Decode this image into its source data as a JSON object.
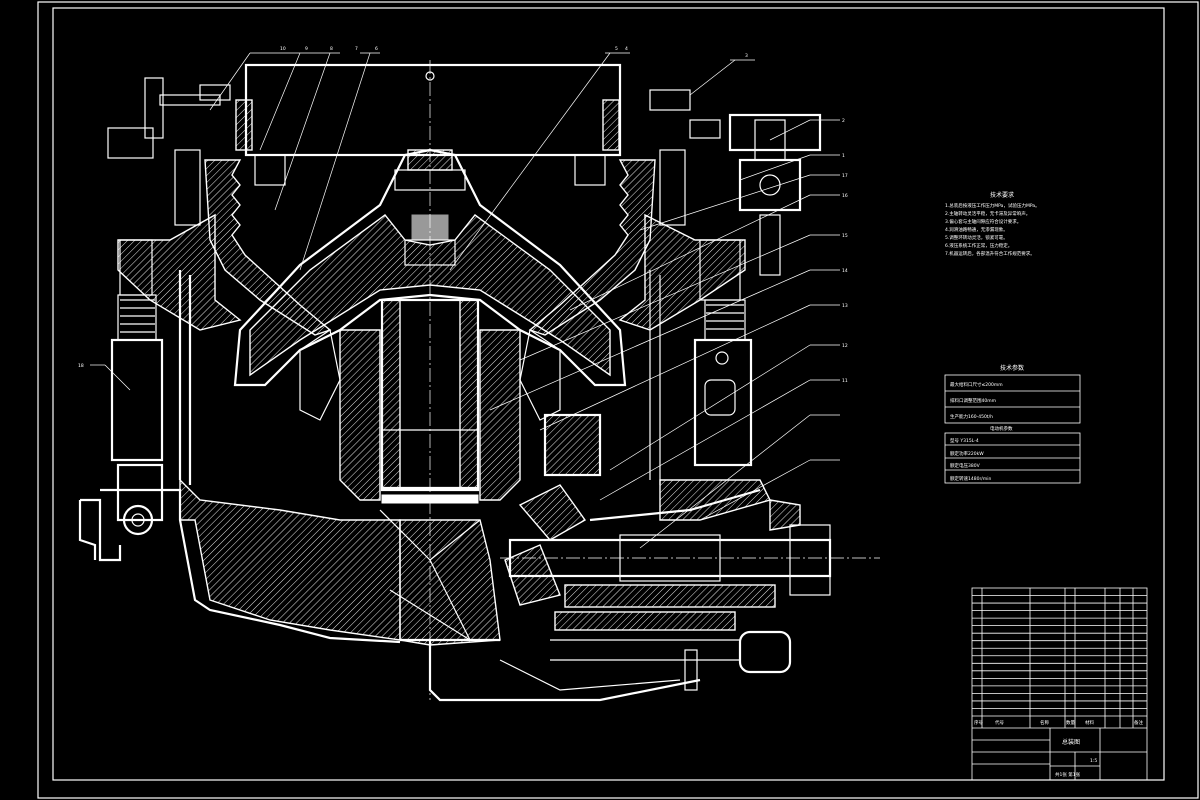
{
  "sheet": {
    "background": "#000000",
    "line_color": "#ffffff"
  },
  "technical_requirements": {
    "title": "技术要求",
    "items": [
      "1.总装后按液压工作压力MPa，试验压力MPa。",
      "2.主轴转动灵活平稳，无卡滞及异常响声。",
      "3.偏心套与主轴间隙应符合设计要求。",
      "4.润滑油路畅通，无渗漏现象。",
      "5.调整环转动灵活，锁紧可靠。",
      "6.液压系统工作正常，压力稳定。",
      "7.机器运转后，各部温升符合工作规范要求。"
    ]
  },
  "technical_specs": {
    "title": "技术参数",
    "rows": [
      "最大给料口尺寸≤200mm",
      "排料口调整范围40mm",
      "生产能力160-450t/h"
    ]
  },
  "motor_params": {
    "title": "电动机参数",
    "rows": [
      "型号 Y315L-4",
      "额定功率220kW",
      "额定电压380V",
      "额定转速1480r/min"
    ]
  },
  "callouts": {
    "top": [
      "10",
      "9",
      "8",
      "7",
      "6",
      "5",
      "4",
      "3"
    ],
    "right": [
      "2",
      "1",
      "17",
      "16",
      "15",
      "14",
      "13",
      "12",
      "11"
    ],
    "left": [
      "18"
    ]
  },
  "title_block": {
    "drawing_name": "总装图",
    "scale": "1:5",
    "sheet_info": "共1张 第1张",
    "header_labels": [
      "序号",
      "代号",
      "名称",
      "数量",
      "材料",
      "备注"
    ],
    "parts_rows": 17
  }
}
